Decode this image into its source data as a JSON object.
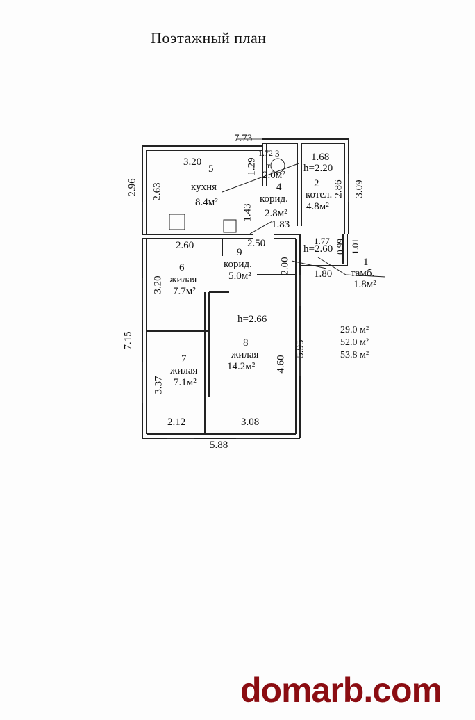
{
  "title": "Поэтажный план",
  "logo": "domarb.com",
  "rooms": [
    {
      "num": "1",
      "name": "тамб.",
      "area": "1.8м²"
    },
    {
      "num": "2",
      "name": "котел.",
      "area": "4.8м²"
    },
    {
      "num": "3",
      "name": "т.",
      "area": "2.0м²"
    },
    {
      "num": "4",
      "name": "корид.",
      "area": "2.8м²"
    },
    {
      "num": "5",
      "name": "кухня",
      "area": "8.4м²"
    },
    {
      "num": "6",
      "name": "жилая",
      "area": "7.7м²"
    },
    {
      "num": "7",
      "name": "жилая",
      "area": "7.1м²"
    },
    {
      "num": "8",
      "name": "жилая",
      "area": "14.2м²"
    },
    {
      "num": "9",
      "name": "корид.",
      "area": "5.0м²"
    }
  ],
  "heights": {
    "h_boiler": "h=2.20",
    "h_vest": "h=2.60",
    "h_main": "h=2.66"
  },
  "dims": {
    "d773": "7.73",
    "d320a": "3.20",
    "d296": "2.96",
    "d263": "2.63",
    "d129": "1.29",
    "d143": "1.43",
    "d183": "1.83",
    "d168": "1.68",
    "d286": "2.86",
    "d309": "3.09",
    "d260": "2.60",
    "d250": "2.50",
    "d200": "2.00",
    "d177": "1.77",
    "d099": "0.99",
    "d101": "1.01",
    "d180": "1.80",
    "d320b": "3.20",
    "d715": "7.15",
    "d337": "3.37",
    "d460": "4.60",
    "d595": "5.95",
    "d212": "2.12",
    "d308": "3.08",
    "d588": "5.88",
    "d172": "1.72"
  },
  "totals": [
    "29.0 м²",
    "52.0 м²",
    "53.8 м²"
  ]
}
